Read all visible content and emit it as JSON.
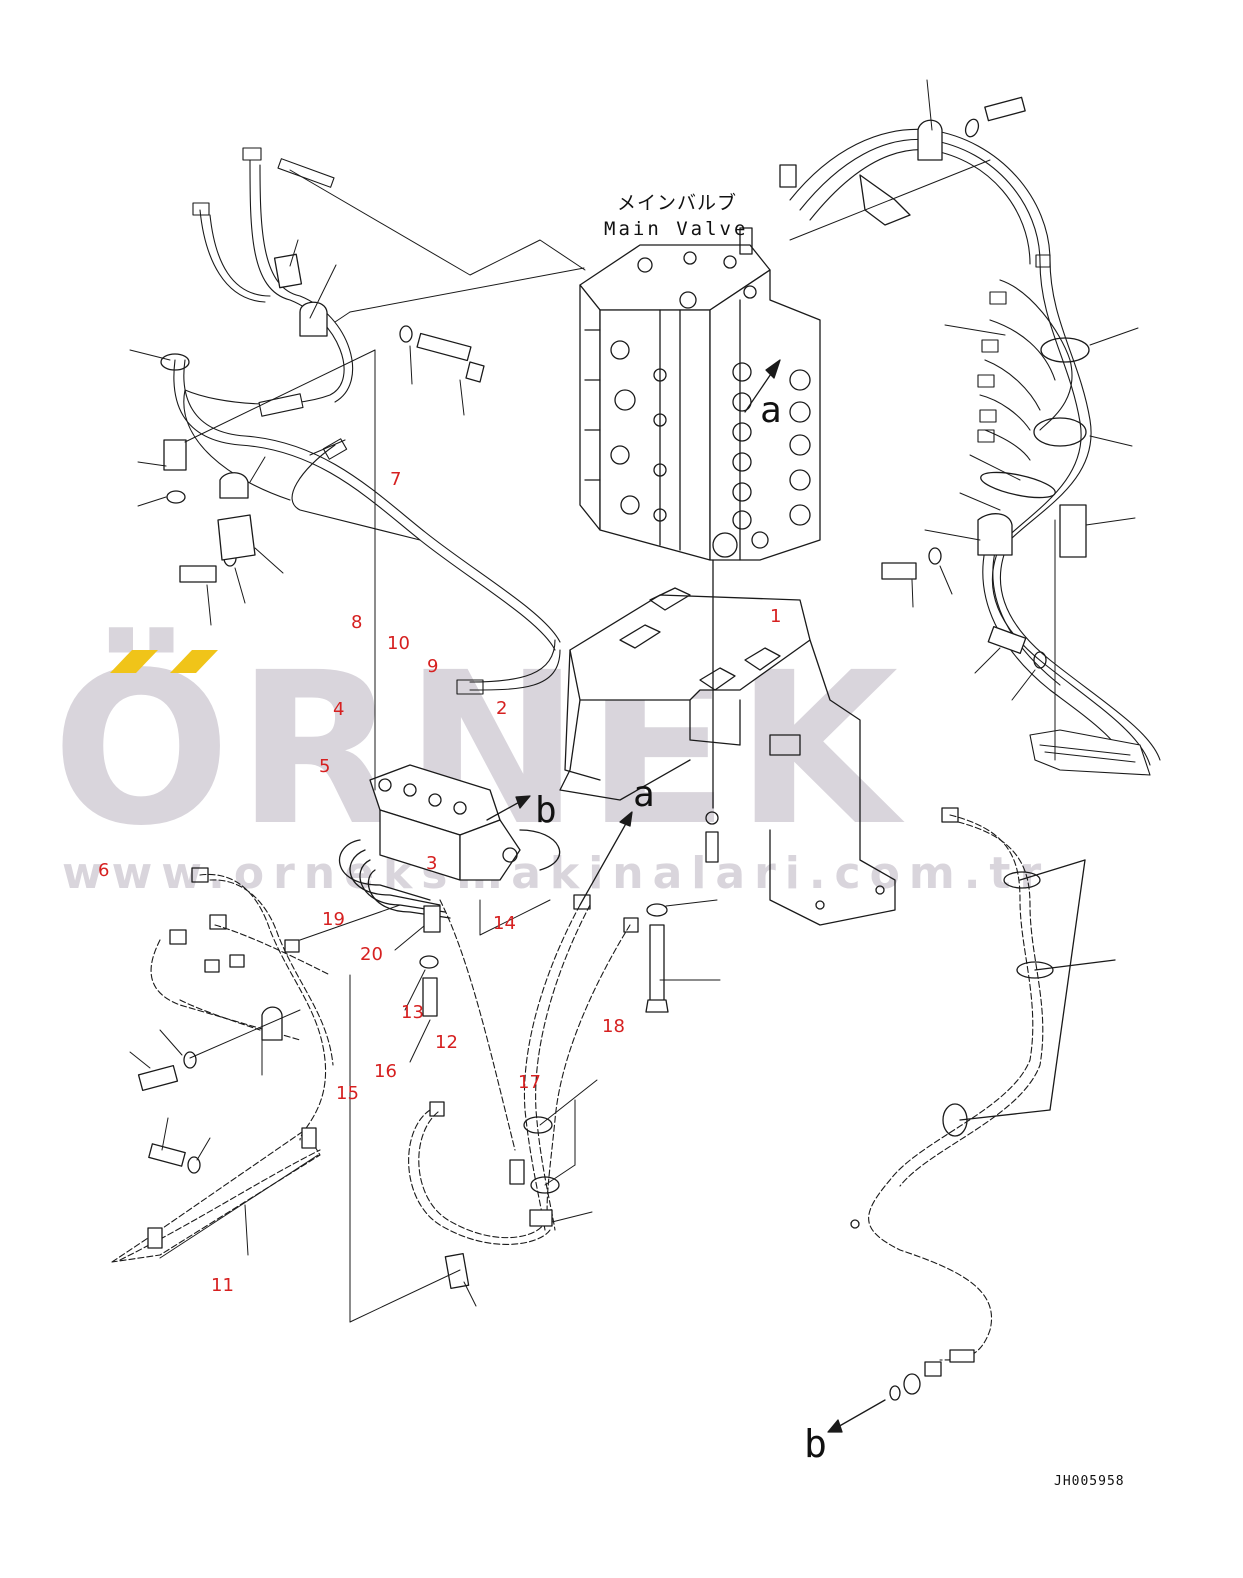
{
  "title": {
    "japanese": "メインバルブ",
    "english": "Main Valve"
  },
  "arrow_labels": {
    "a_top": "a",
    "a_mid": "a",
    "b_mid": "b",
    "b_bottom": "b"
  },
  "part_labels": [
    "1",
    "2",
    "3",
    "4",
    "5",
    "6",
    "7",
    "8",
    "9",
    "10",
    "11",
    "12",
    "13",
    "14",
    "15",
    "16",
    "17",
    "18",
    "19",
    "20"
  ],
  "drawing_code": "JH005958",
  "watermark": {
    "brand": "ÖRNEK",
    "url": "www.orneksmakinalari.com.tr"
  },
  "colors": {
    "label": "#d62020",
    "watermark": "#d9d5dc",
    "accent": "#f0c419",
    "line": "#1a1a1a"
  }
}
